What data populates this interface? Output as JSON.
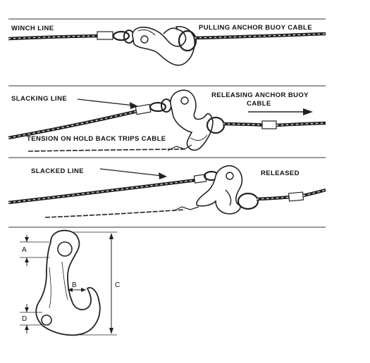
{
  "panel1": {
    "winch_line": "WINCH LINE",
    "pulling_cable": "PULLING ANCHOR BUOY CABLE"
  },
  "panel2": {
    "slacking_line": "SLACKING LINE",
    "releasing_line1": "RELEASING ANCHOR BUOY",
    "releasing_line2": "CABLE",
    "tension": "TENSION ON HOLD BACK TRIPS CABLE"
  },
  "panel3": {
    "slacked_line": "SLACKED LINE",
    "released": "RELEASED"
  },
  "dimensions": {
    "a": "A",
    "b": "B",
    "c": "C",
    "d": "D"
  }
}
